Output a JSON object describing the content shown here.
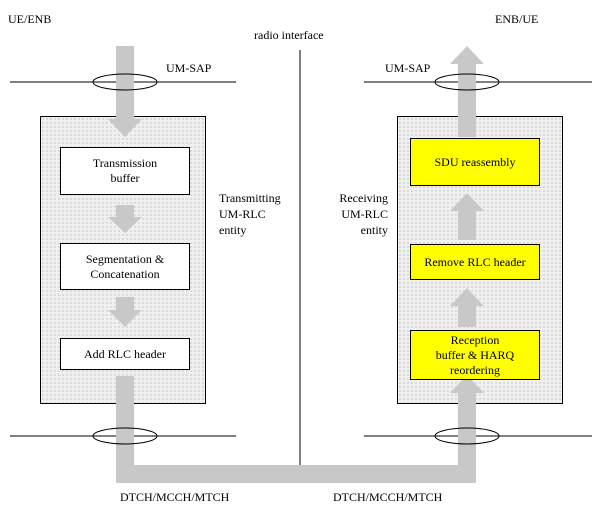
{
  "labels": {
    "ue_enb": "UE/ENB",
    "enb_ue": "ENB/UE",
    "radio_interface": "radio interface",
    "um_sap_left": "UM-SAP",
    "um_sap_right": "UM-SAP",
    "transmitting_entity": "Transmitting\nUM-RLC\nentity",
    "receiving_entity": "Receiving\nUM-RLC\nentity",
    "channels_left": "DTCH/MCCH/MTCH",
    "channels_right": "DTCH/MCCH/MTCH"
  },
  "transmitter": {
    "boxes": [
      "Transmission\nbuffer",
      "Segmentation &\nConcatenation",
      "Add RLC header"
    ]
  },
  "receiver": {
    "boxes": [
      "SDU reassembly",
      "Remove RLC header",
      "Reception\nbuffer & HARQ\nreordering"
    ]
  },
  "colors": {
    "arrow": "#c8c8c8",
    "highlight": "#ffff00",
    "entity_fill": "#f0f0f0"
  }
}
